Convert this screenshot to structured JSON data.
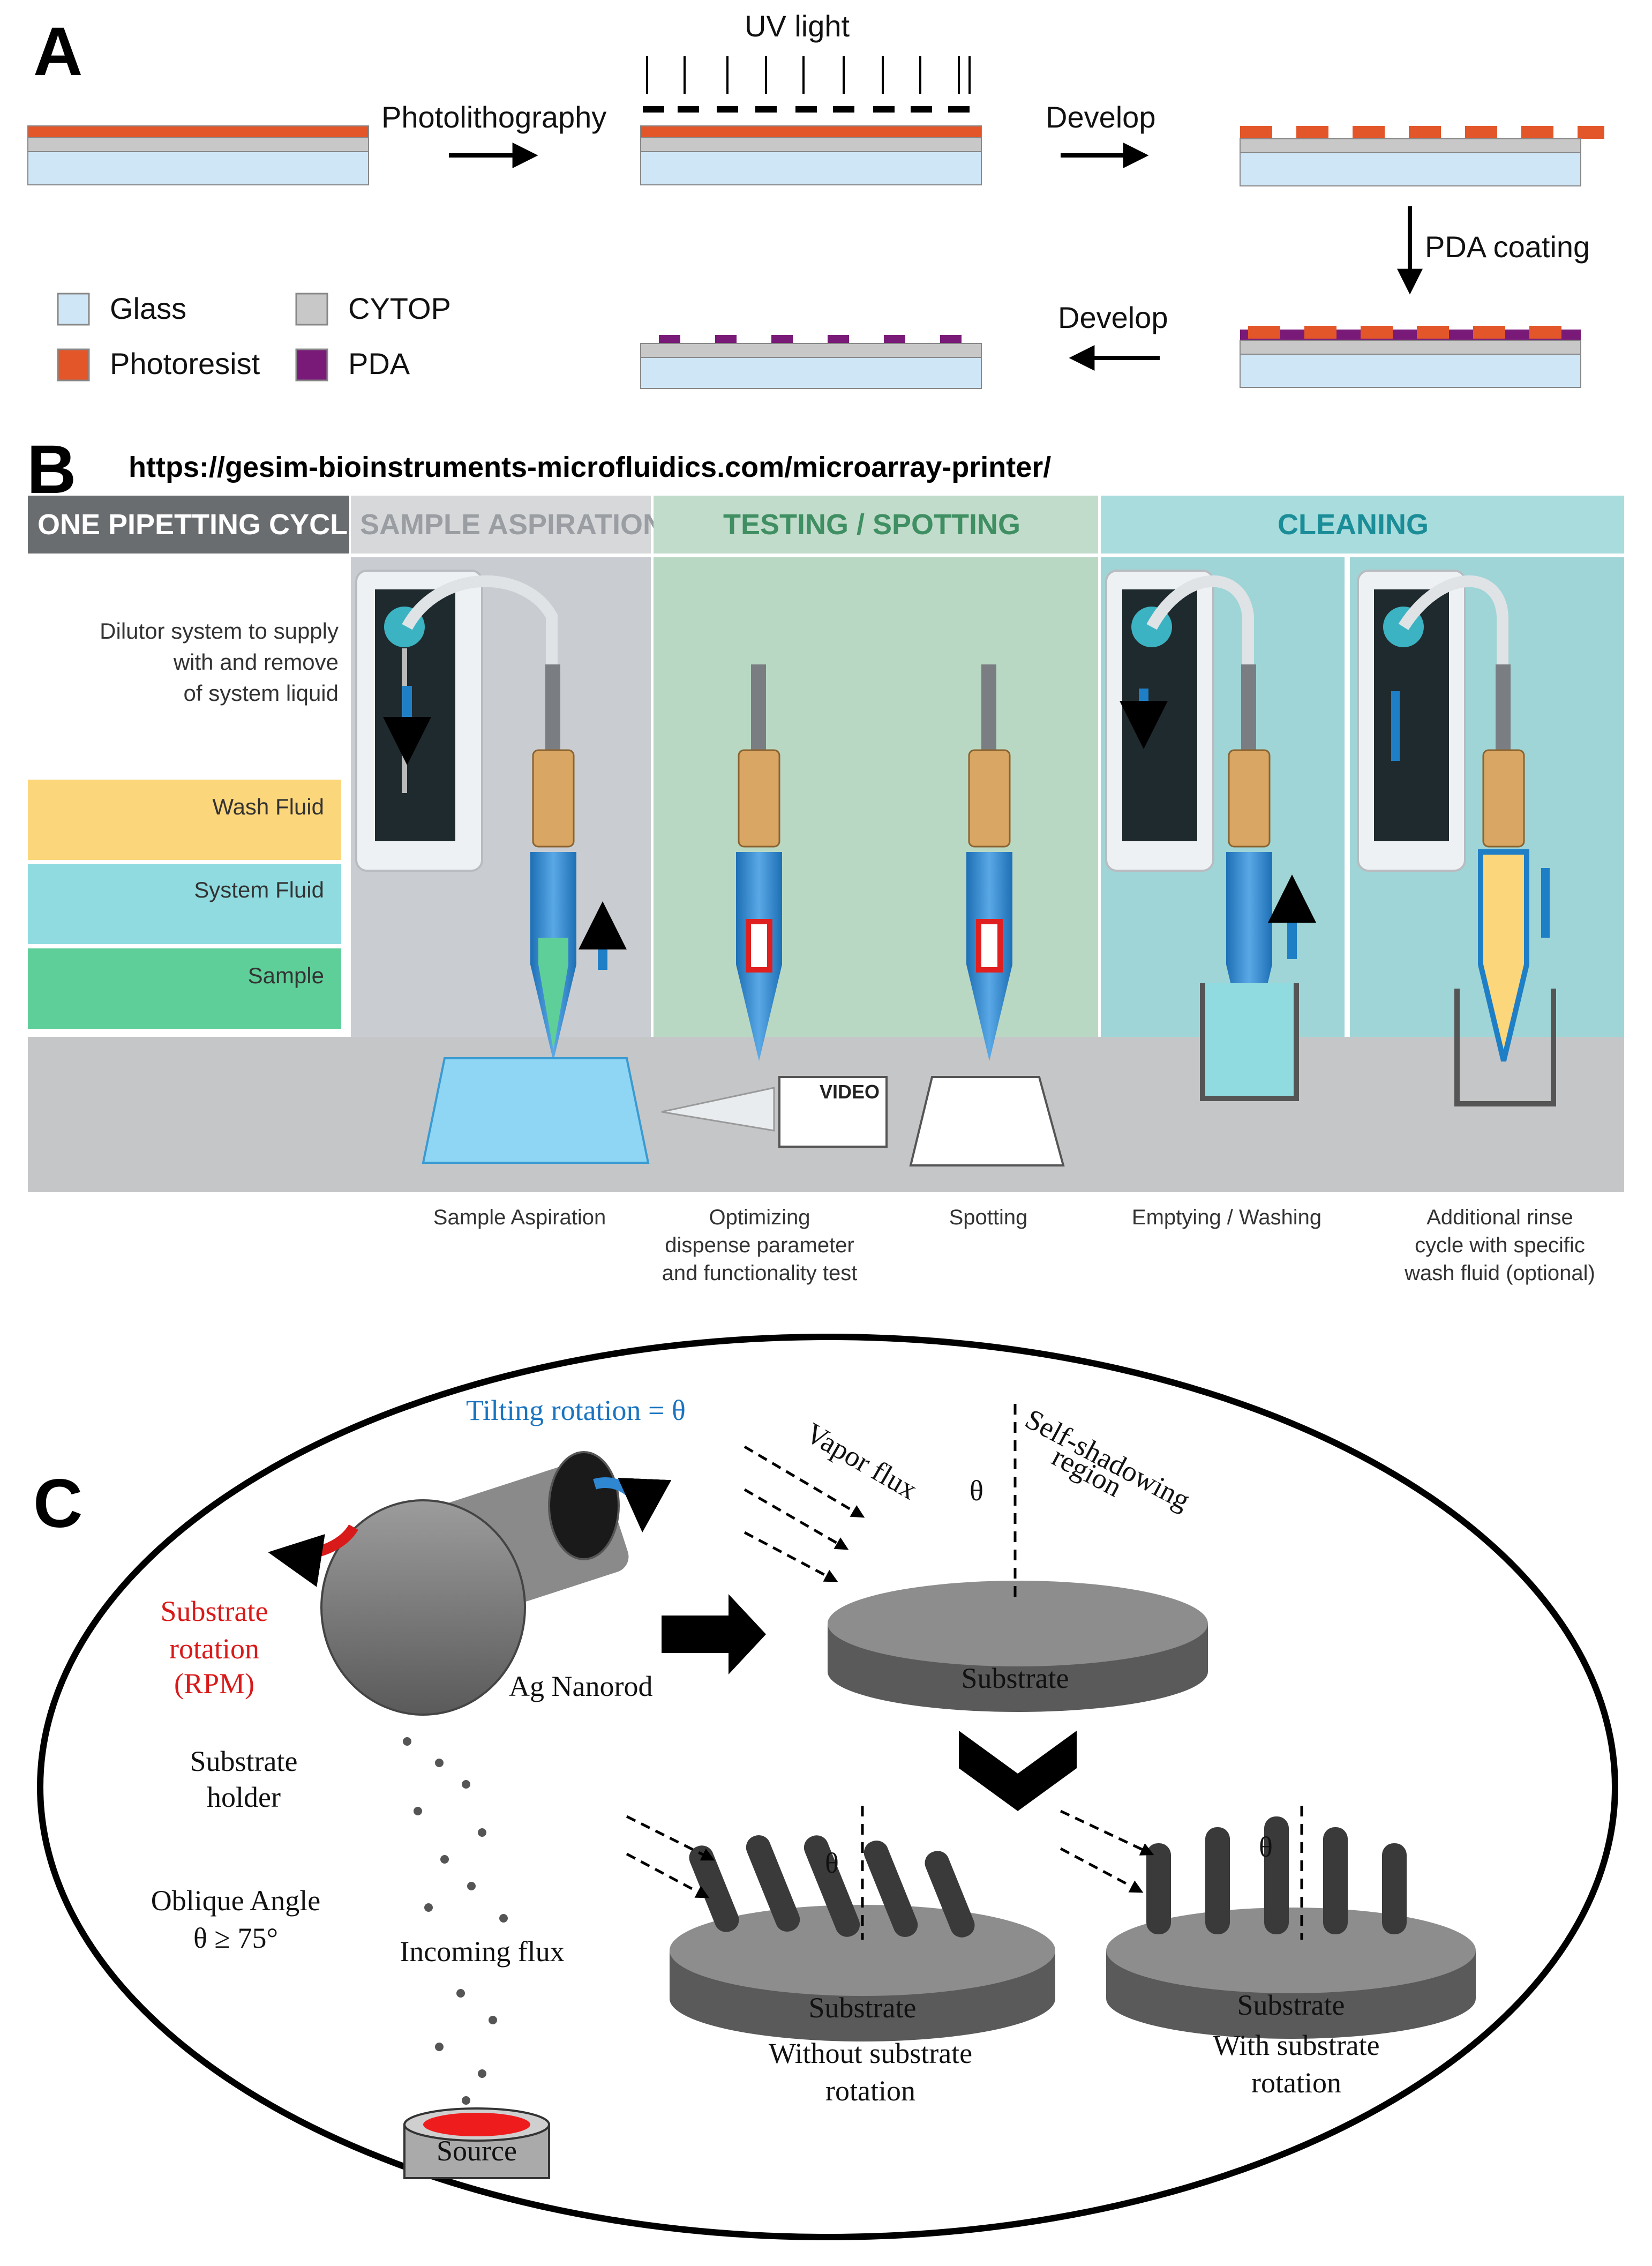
{
  "panel_a": {
    "letter": "A",
    "uv_label": "UV light",
    "step1": "Photolithography",
    "step2": "Develop",
    "step3": "PDA coating",
    "step4": "Develop",
    "legend": [
      {
        "name": "Glass",
        "color": "#cfe6f7"
      },
      {
        "name": "CYTOP",
        "color": "#c8c8c8"
      },
      {
        "name": "Photoresist",
        "color": "#e2562a"
      },
      {
        "name": "PDA",
        "color": "#7a1a78"
      }
    ]
  },
  "panel_b": {
    "letter": "B",
    "url": "https://gesim-bioinstruments-microfluidics.com/microarray-printer/",
    "header_cycle": "ONE PIPETTING CYCLE",
    "header_aspiration": "SAMPLE ASPIRATION",
    "header_testing": "TESTING / SPOTTING",
    "header_cleaning": "CLEANING",
    "dilutor_line1": "Dilutor system to supply",
    "dilutor_line2": "with and remove",
    "dilutor_line3": "of system liquid",
    "fluids": [
      {
        "name": "Wash Fluid",
        "color": "#fcd67a"
      },
      {
        "name": "System Fluid",
        "color": "#8fdbe0"
      },
      {
        "name": "Sample",
        "color": "#5fcf99"
      }
    ],
    "video_label": "VIDEO",
    "captions": [
      {
        "lines": [
          "Sample Aspiration"
        ]
      },
      {
        "lines": [
          "Optimizing",
          "dispense parameter",
          "and functionality test"
        ]
      },
      {
        "lines": [
          "Spotting"
        ]
      },
      {
        "lines": [
          "Emptying / Washing"
        ]
      },
      {
        "lines": [
          "Additional rinse",
          "cycle with specific",
          "wash fluid (optional)"
        ]
      }
    ]
  },
  "panel_c": {
    "letter": "C",
    "tilting": "Tilting rotation = θ",
    "substrate_rotation": [
      "Substrate",
      "rotation",
      "(RPM)"
    ],
    "ag_nanorod": "Ag Nanorod",
    "substrate_holder": [
      "Substrate",
      "holder"
    ],
    "oblique": [
      "Oblique Angle",
      "θ ≥ 75°"
    ],
    "incoming_flux": "Incoming flux",
    "source": "Source",
    "vapor_flux": "Vapor flux",
    "self_shadowing": [
      "Self-shadowing",
      "region"
    ],
    "theta": "θ",
    "substrate": "Substrate",
    "without": [
      "Without substrate",
      "rotation"
    ],
    "with": [
      "With substrate",
      "rotation"
    ]
  }
}
